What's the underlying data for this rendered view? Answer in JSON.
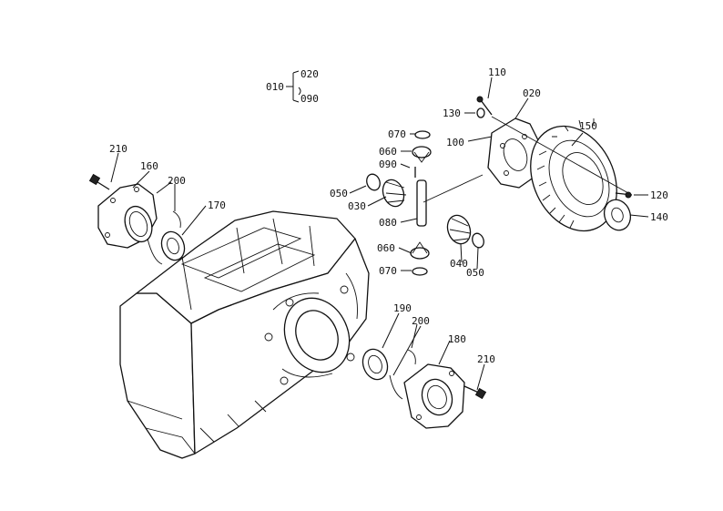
{
  "callouts": {
    "c010": "010",
    "c020_top": "020",
    "c090_top": "090",
    "c110": "110",
    "c020": "020",
    "c130": "130",
    "c150": "150",
    "c100": "100",
    "c070_top": "070",
    "c060_top": "060",
    "c090": "090",
    "c050_left": "050",
    "c030": "030",
    "c080": "080",
    "c060_bottom": "060",
    "c070_bottom": "070",
    "c040": "040",
    "c050_right": "050",
    "c120": "120",
    "c140": "140",
    "c210_left": "210",
    "c160": "160",
    "c200_left": "200",
    "c170": "170",
    "c190": "190",
    "c200_right": "200",
    "c180": "180",
    "c210_right": "210"
  }
}
